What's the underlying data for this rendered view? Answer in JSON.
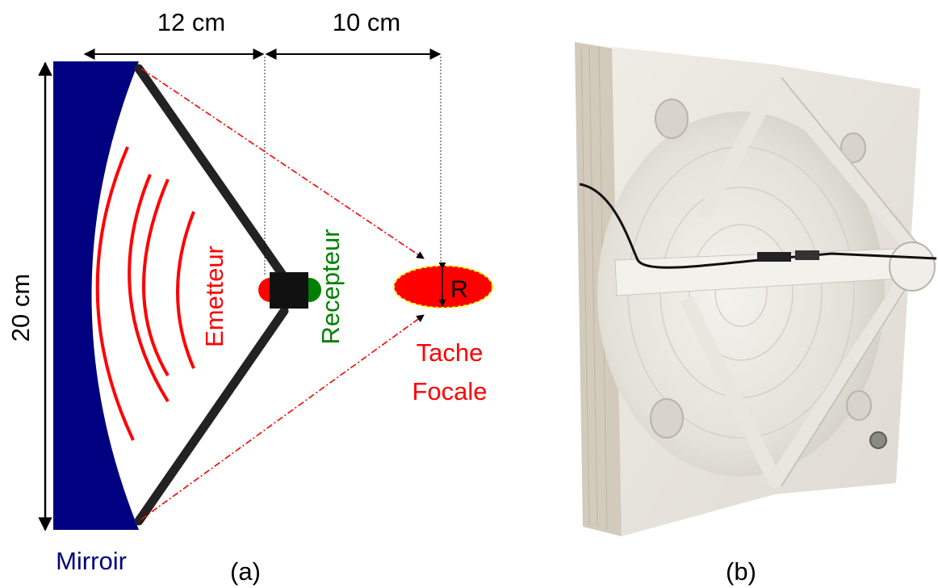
{
  "panel_a": {
    "dim_width_mirror": "12 cm",
    "dim_width_focus": "10 cm",
    "dim_height": "20 cm",
    "emitter_label": "Emetteur",
    "receiver_label": "Recepteur",
    "focal_label_line1": "Tache",
    "focal_label_line2": "Focale",
    "radius_label": "R",
    "mirror_label": "Mirroir",
    "caption": "(a)"
  },
  "panel_b": {
    "caption": "(b)"
  },
  "colors": {
    "mirror": "#000080",
    "red": "#ff0000",
    "green": "#008000",
    "arm": "#222222",
    "focal_outline": "#ffff00",
    "board": "#eae7e0"
  }
}
